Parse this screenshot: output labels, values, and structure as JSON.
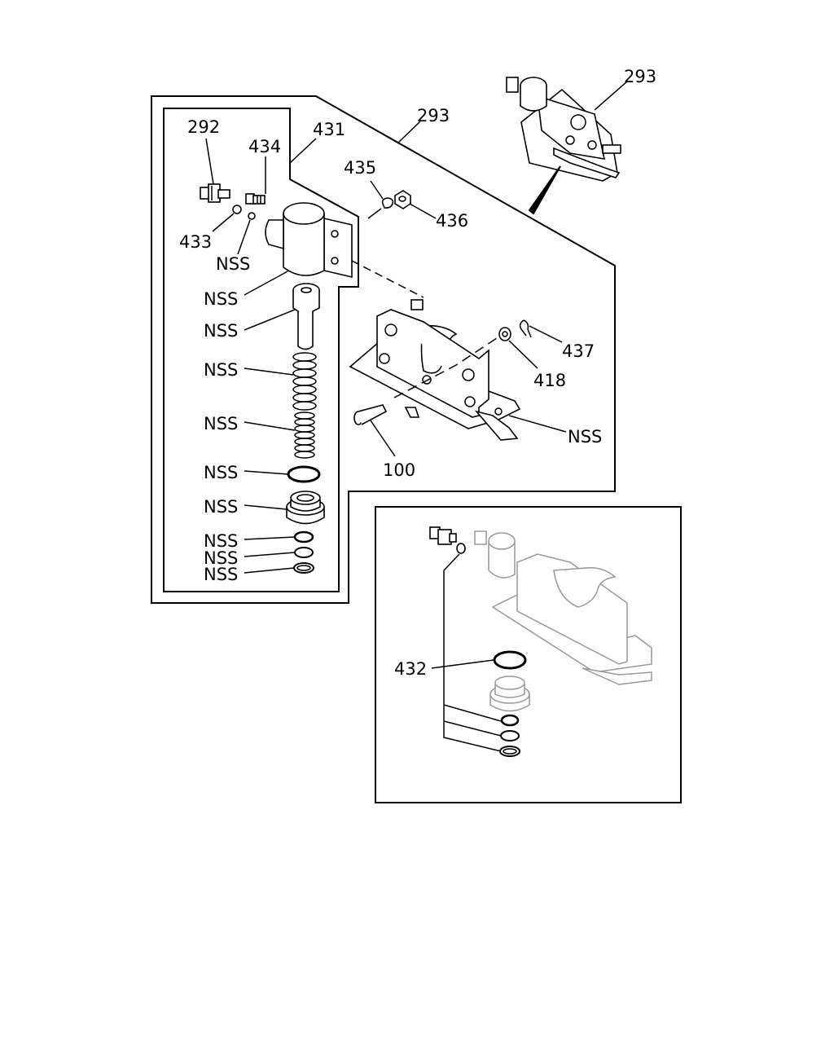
{
  "diagram": {
    "callouts": {
      "c292": "292",
      "c434": "434",
      "c431": "431",
      "c293_main": "293",
      "c293_top": "293",
      "c435": "435",
      "c436": "436",
      "c433": "433",
      "c_nss_seal": "NSS",
      "c_nss_body": "NSS",
      "c_nss_piston": "NSS",
      "c_nss_spring1": "NSS",
      "c_nss_spring2": "NSS",
      "c_nss_oring": "NSS",
      "c_nss_plug": "NSS",
      "c_nss_ring1": "NSS",
      "c_nss_ring2": "NSS",
      "c_nss_ring3": "NSS",
      "c437": "437",
      "c418": "418",
      "c_nss_bracket": "NSS",
      "c100": "100",
      "c432": "432"
    }
  }
}
